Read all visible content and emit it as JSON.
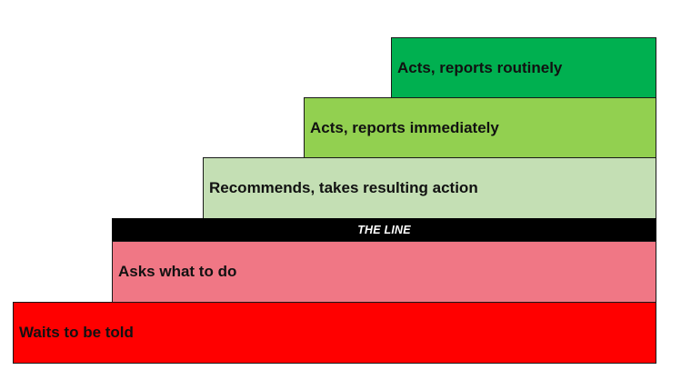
{
  "steps": [
    {
      "label": "Acts, reports routinely",
      "color": "#00b050"
    },
    {
      "label": "Acts, reports immediately",
      "color": "#92d050"
    },
    {
      "label": "Recommends, takes resulting action",
      "color": "#c4dfb4"
    },
    {
      "label": "Asks what to do",
      "color": "#f07785"
    },
    {
      "label": "Waits to be told",
      "color": "#ff0000"
    }
  ],
  "the_line": {
    "label": "THE LINE",
    "color": "#000000"
  }
}
